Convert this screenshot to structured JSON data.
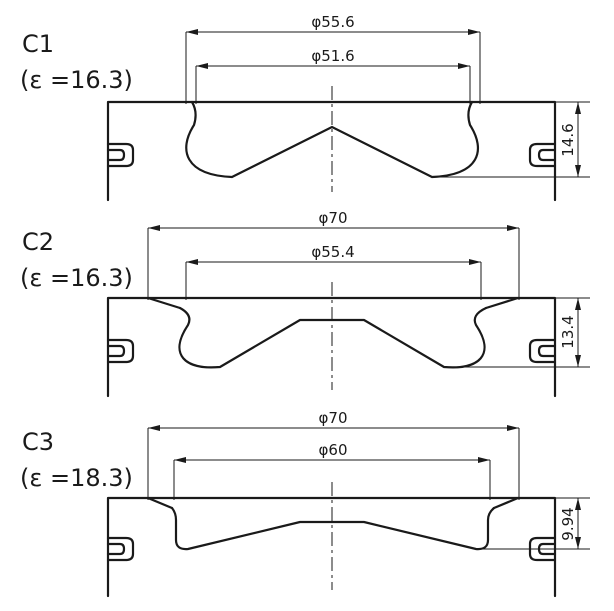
{
  "sections": [
    {
      "name": "C1",
      "ratio": "(ε =16.3)",
      "outer_dia": "φ55.6",
      "inner_dia": "φ51.6",
      "depth": "14.6"
    },
    {
      "name": "C2",
      "ratio": "(ε =16.3)",
      "outer_dia": "φ70",
      "inner_dia": "φ55.4",
      "depth": "13.4"
    },
    {
      "name": "C3",
      "ratio": "(ε =18.3)",
      "outer_dia": "φ70",
      "inner_dia": "φ60",
      "depth": "9.94"
    }
  ]
}
